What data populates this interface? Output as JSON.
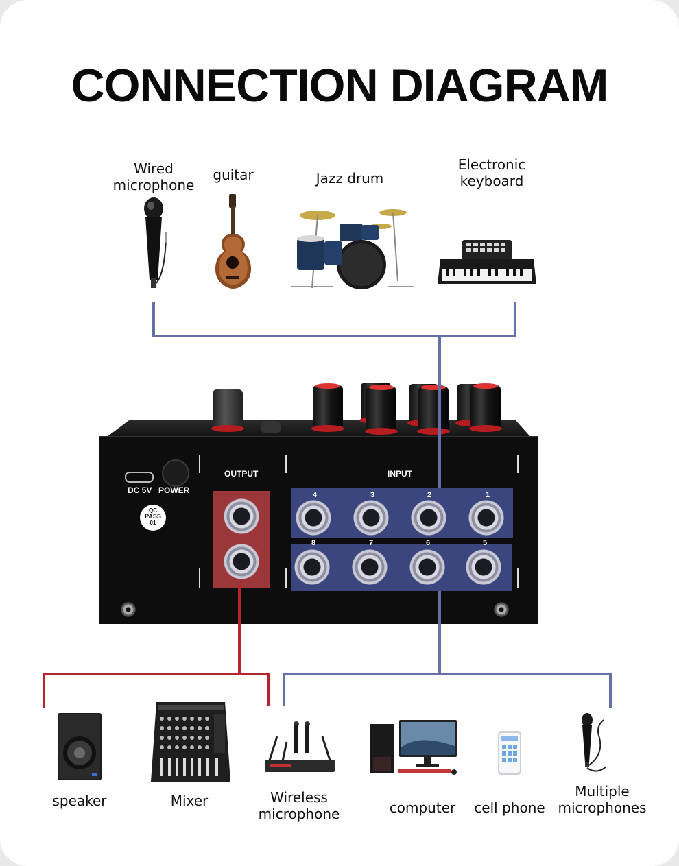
{
  "title": "CONNECTION DIAGRAM",
  "inputs_label": [
    "Wired\nmicrophone",
    "guitar",
    "Jazz drum",
    "Electronic\nkeyboard"
  ],
  "outputs_label": [
    "speaker",
    "Mixer",
    "Wireless\nmicrophone",
    "computer",
    "cell phone",
    "Multiple\nmicrophones"
  ],
  "device": {
    "dc": "DC 5V",
    "power": "POWER",
    "qc": "QC",
    "pass": "PASS",
    "qc_num": "01",
    "output_label": "OUTPUT",
    "input_label": "INPUT",
    "channels_top": [
      "4",
      "3",
      "2",
      "1"
    ],
    "channels_bottom": [
      "8",
      "7",
      "6",
      "5"
    ]
  },
  "colors": {
    "input_line": "#6570a8",
    "output_line": "#b8232c",
    "output_highlight": "#a33a3e",
    "input_highlight": "#3d4a84"
  },
  "icons": [
    "microphone-icon",
    "guitar-icon",
    "drum-kit-icon",
    "keyboard-icon",
    "speaker-icon",
    "mixer-icon",
    "wireless-mic-icon",
    "computer-icon",
    "phone-icon",
    "microphones-icon"
  ]
}
